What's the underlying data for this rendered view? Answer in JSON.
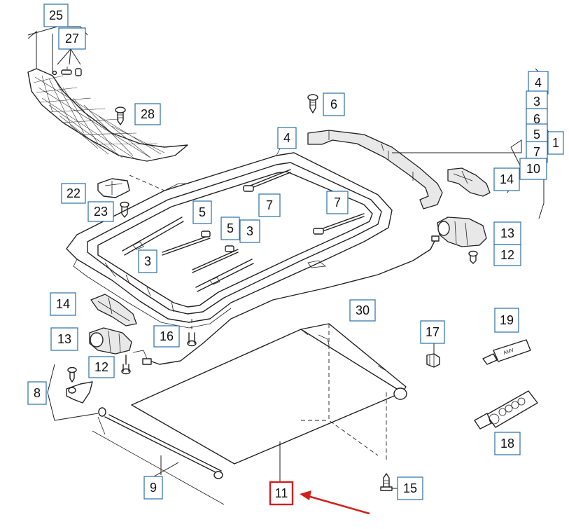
{
  "callouts": [
    {
      "id": "c25",
      "label": "25"
    },
    {
      "id": "c27",
      "label": "27"
    },
    {
      "id": "c28",
      "label": "28"
    },
    {
      "id": "c6a",
      "label": "6"
    },
    {
      "id": "c4a",
      "label": "4"
    },
    {
      "id": "c4b",
      "label": "4"
    },
    {
      "id": "c3a",
      "label": "3"
    },
    {
      "id": "c6b",
      "label": "6"
    },
    {
      "id": "c5a",
      "label": "5"
    },
    {
      "id": "c7a",
      "label": "7"
    },
    {
      "id": "c10",
      "label": "10"
    },
    {
      "id": "c1",
      "label": "1"
    },
    {
      "id": "c14a",
      "label": "14"
    },
    {
      "id": "c22",
      "label": "22"
    },
    {
      "id": "c23",
      "label": "23"
    },
    {
      "id": "c5b",
      "label": "5"
    },
    {
      "id": "c7b",
      "label": "7"
    },
    {
      "id": "c7c",
      "label": "7"
    },
    {
      "id": "c3b",
      "label": "3"
    },
    {
      "id": "c5c",
      "label": "5"
    },
    {
      "id": "c3c",
      "label": "3"
    },
    {
      "id": "c13a",
      "label": "13"
    },
    {
      "id": "c12a",
      "label": "12"
    },
    {
      "id": "c14b",
      "label": "14"
    },
    {
      "id": "c30",
      "label": "30"
    },
    {
      "id": "c16",
      "label": "16"
    },
    {
      "id": "c13b",
      "label": "13"
    },
    {
      "id": "c19",
      "label": "19"
    },
    {
      "id": "c17",
      "label": "17"
    },
    {
      "id": "c12b",
      "label": "12"
    },
    {
      "id": "c8",
      "label": "8"
    },
    {
      "id": "c18",
      "label": "18"
    },
    {
      "id": "c15",
      "label": "15"
    },
    {
      "id": "c9",
      "label": "9"
    },
    {
      "id": "c11",
      "label": "11"
    }
  ],
  "highlighted_part": "11",
  "tube_labels": {
    "tube_small": "AMV"
  },
  "colors": {
    "callout_border": "#2a6ea6",
    "highlight": "#d0201c",
    "arrow": "#d0201c"
  }
}
